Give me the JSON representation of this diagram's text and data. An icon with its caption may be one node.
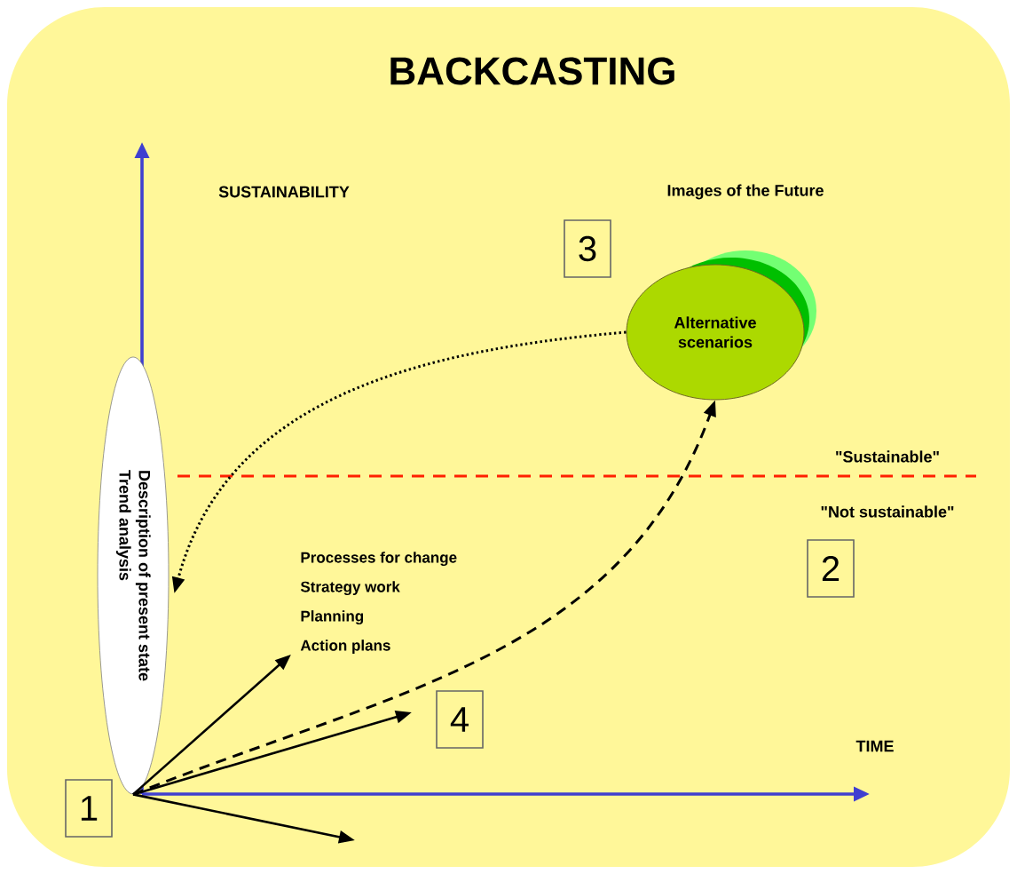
{
  "diagram": {
    "title": "BACKCASTING",
    "nodes": [
      {
        "text": [
          "Description of present state",
          "Trend analysis"
        ]
      },
      {
        "text": [
          "1"
        ]
      },
      {
        "text": [
          "Alternative scenarios"
        ],
        "beside": [
          "Images of the Future"
        ]
      },
      {
        "text": [
          "3"
        ]
      },
      {
        "text": [
          "2"
        ]
      },
      {
        "text": [
          "4"
        ]
      },
      {
        "text": [
          "Processes for change",
          "Strategy work",
          "Planning",
          "Action plans"
        ]
      }
    ],
    "edges": [
      {
        "from": 2,
        "to": 0,
        "arrow": "to",
        "style": "dashed"
      },
      {
        "from": 0,
        "to": 2,
        "arrow": "to",
        "style": "dashed"
      },
      {
        "from": 0,
        "to": 6,
        "arrow": "to"
      },
      {
        "from": 0,
        "to": null,
        "arrow": "to"
      },
      {
        "from": 0,
        "to": null,
        "arrow": "to"
      }
    ],
    "labels": [
      "SUSTAINABILITY",
      "\"Sustainable\"",
      "\"Not sustainable\"",
      "TIME"
    ]
  }
}
